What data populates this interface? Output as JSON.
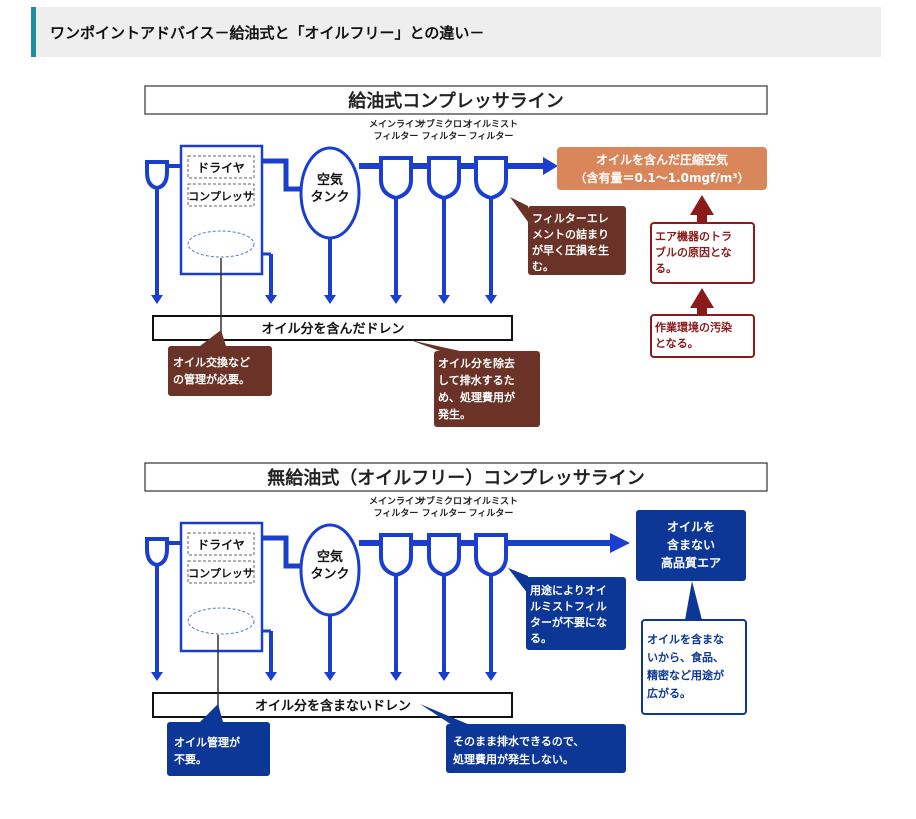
{
  "header": {
    "title": "ワンポイントアドバイス－給油式と「オイルフリー」との違い－"
  },
  "oiled": {
    "title": "給油式コンプレッサライン",
    "dryer": "ドライヤ",
    "compressor": "コンプレッサ",
    "tank": [
      "空気",
      "タンク"
    ],
    "filters": [
      [
        "メインライン",
        "フィルター"
      ],
      [
        "サブミクロン",
        "フィルター"
      ],
      [
        "オイルミスト",
        "フィルター"
      ]
    ],
    "output": [
      "オイルを含んだ圧縮空気",
      "（含有量＝0.1～1.0mgf/m³）"
    ],
    "drain": "オイル分を含んだドレン",
    "note_filter": [
      "フィルターエレ",
      "メントの詰まり",
      "が早く圧損を生",
      "む。"
    ],
    "note_trouble": [
      "エア機器のトラ",
      "ブルの原因とな",
      "る。"
    ],
    "note_env": [
      "作業環境の汚染",
      "となる。"
    ],
    "note_oil_change": [
      "オイル交換など",
      "の管理が必要。"
    ],
    "note_drain": [
      "オイル分を除去",
      "して排水するた",
      "め、処理費用が",
      "発生。"
    ]
  },
  "oilfree": {
    "title": "無給油式（オイルフリー）コンプレッサライン",
    "dryer": "ドライヤ",
    "compressor": "コンプレッサ",
    "tank": [
      "空気",
      "タンク"
    ],
    "filters": [
      [
        "メインライン",
        "フィルター"
      ],
      [
        "サブミクロン",
        "フィルター"
      ],
      [
        "オイルミスト",
        "フィルター"
      ]
    ],
    "output": [
      "オイルを",
      "含まない",
      "高品質エア"
    ],
    "drain": "オイル分を含まないドレン",
    "note_filter": [
      "用途によりオイ",
      "ルミストフィル",
      "ターが不要にな",
      "る。"
    ],
    "note_uses": [
      "オイルを含まな",
      "いから、食品、",
      "精密など用途が",
      "広がる。"
    ],
    "note_oil_mgmt": [
      "オイル管理が",
      "不要。"
    ],
    "note_drain": [
      "そのまま排水できるので、",
      "処理費用が発生しない。"
    ]
  },
  "colors": {
    "line_blue": "#1a3fd0",
    "note_brown": "#6b3328",
    "note_red": "#8b1a1a",
    "output_orange": "#d9875a",
    "note_navy": "#0d3796",
    "header_accent": "#1d8fa3"
  }
}
